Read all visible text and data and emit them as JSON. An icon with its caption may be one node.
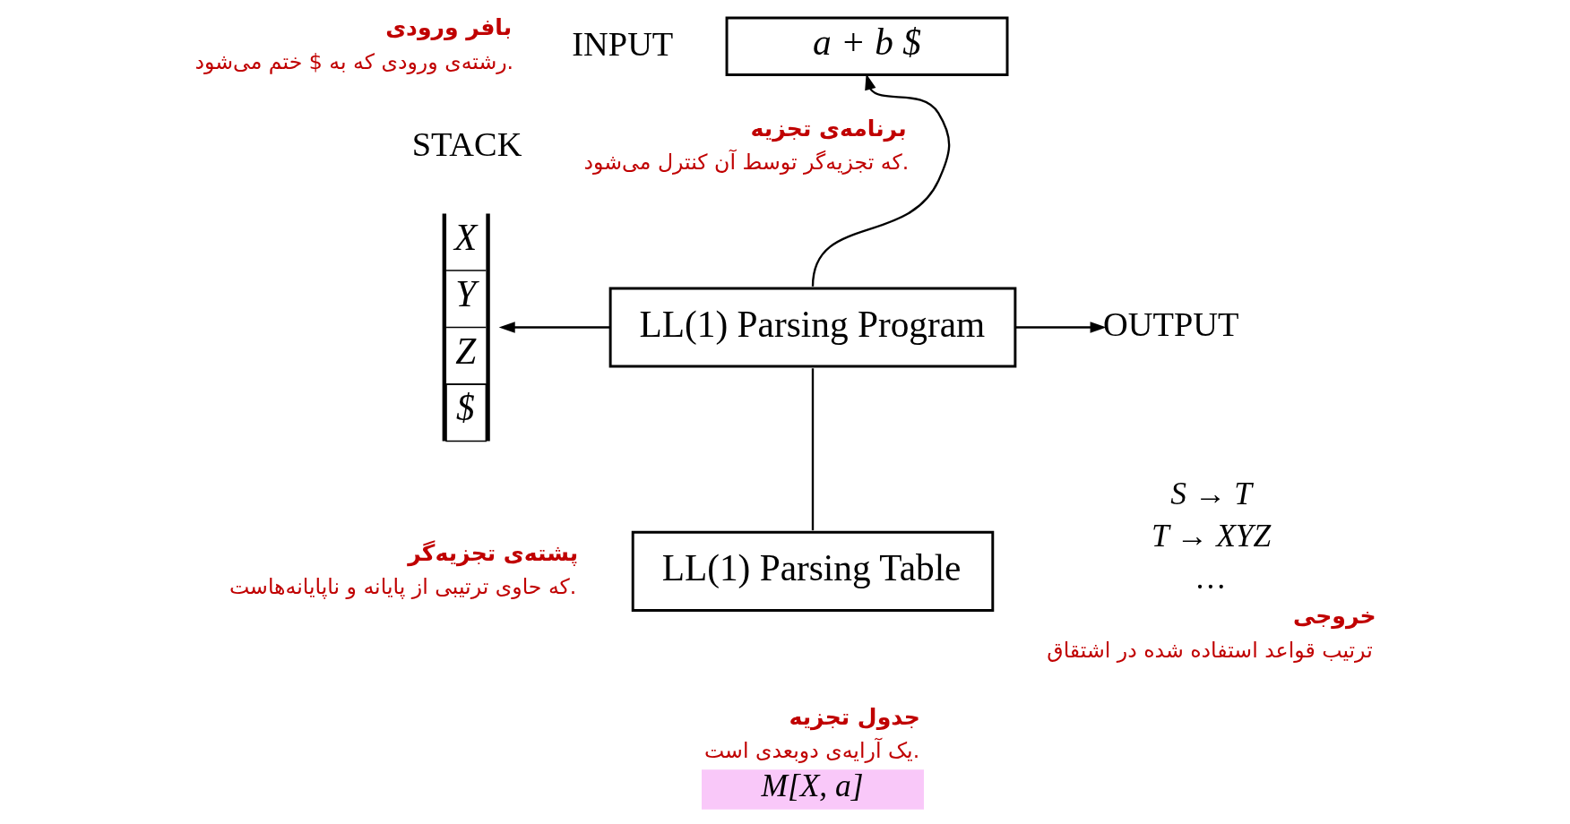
{
  "diagram": {
    "nodes": [
      {
        "text": [
          "a + b $"
        ],
        "beside": [
          "بافر ورودی",
          "رشته‌ی ورودی که به $ ختم می‌شود.",
          "INPUT"
        ]
      },
      {
        "text": [
          "X",
          "Y",
          "Z",
          "$"
        ],
        "beside": [
          "STACK",
          "پشته‌ی تجزیه‌گر",
          "که حاوی ترتیبی از پایانه و ناپایانه‌هاست."
        ]
      },
      {
        "text": [
          "LL(1) Parsing Program"
        ],
        "beside": [
          "برنامه‌ی تجزیه",
          "که تجزیه‌گر توسط آن کنترل می‌شود."
        ]
      },
      {
        "text": [
          "OUTPUT"
        ],
        "beside": [
          "S → T",
          "T → XYZ",
          "…",
          "خروجی",
          "ترتیب قواعد استفاده شده در اشتقاق"
        ]
      },
      {
        "text": [
          "LL(1) Parsing Table"
        ],
        "beside": [
          "جدول تجزیه",
          "یک آرایه‌ی دوبعدی است.",
          "M[X, a]"
        ]
      }
    ],
    "edges": [
      {
        "from": 2,
        "to": 0,
        "arrow": "to"
      },
      {
        "from": 2,
        "to": 1,
        "arrow": "to"
      },
      {
        "from": 2,
        "to": 3,
        "arrow": "to"
      },
      {
        "from": 2,
        "to": 4,
        "arrow": "none"
      }
    ]
  }
}
